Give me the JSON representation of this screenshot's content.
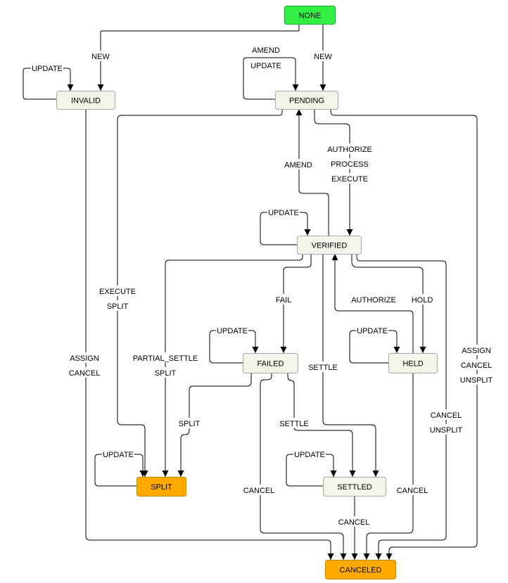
{
  "colors": {
    "start_fill": "#33ee44",
    "start_stroke": "#22aa33",
    "state_fill": "#f5f2ea",
    "state_stroke": "#a8a8a8",
    "final_fill": "#ffaa00",
    "final_stroke": "#c98600",
    "edge": "#000000"
  },
  "nodes": [
    {
      "id": "NONE",
      "label": "NONE",
      "kind": "start"
    },
    {
      "id": "INVALID",
      "label": "INVALID",
      "kind": "state"
    },
    {
      "id": "PENDING",
      "label": "PENDING",
      "kind": "state"
    },
    {
      "id": "VERIFIED",
      "label": "VERIFIED",
      "kind": "state"
    },
    {
      "id": "FAILED",
      "label": "FAILED",
      "kind": "state"
    },
    {
      "id": "HELD",
      "label": "HELD",
      "kind": "state"
    },
    {
      "id": "SPLIT",
      "label": "SPLIT",
      "kind": "final"
    },
    {
      "id": "SETTLED",
      "label": "SETTLED",
      "kind": "state"
    },
    {
      "id": "CANCELED",
      "label": "CANCELED",
      "kind": "final"
    }
  ],
  "edges": [
    {
      "id": "none-invalid",
      "from": "NONE",
      "to": "INVALID",
      "labels": [
        "NEW"
      ]
    },
    {
      "id": "none-pending",
      "from": "NONE",
      "to": "PENDING",
      "labels": [
        "NEW"
      ]
    },
    {
      "id": "invalid-self",
      "from": "INVALID",
      "to": "INVALID",
      "labels": [
        "UPDATE"
      ]
    },
    {
      "id": "pending-self",
      "from": "PENDING",
      "to": "PENDING",
      "labels": [
        "AMEND",
        "UPDATE"
      ]
    },
    {
      "id": "pending-verified",
      "from": "PENDING",
      "to": "VERIFIED",
      "labels": [
        "AUTHORIZE",
        "PROCESS",
        "EXECUTE"
      ]
    },
    {
      "id": "verified-pending",
      "from": "VERIFIED",
      "to": "PENDING",
      "labels": [
        "AMEND"
      ]
    },
    {
      "id": "verified-self",
      "from": "VERIFIED",
      "to": "VERIFIED",
      "labels": [
        "UPDATE"
      ]
    },
    {
      "id": "pending-split",
      "from": "PENDING",
      "to": "SPLIT",
      "labels": [
        "EXECUTE",
        "SPLIT"
      ]
    },
    {
      "id": "invalid-canceled",
      "from": "INVALID",
      "to": "CANCELED",
      "labels": [
        "ASSIGN",
        "CANCEL"
      ]
    },
    {
      "id": "pending-canceled",
      "from": "PENDING",
      "to": "CANCELED",
      "labels": [
        "ASSIGN",
        "CANCEL",
        "UNSPLIT"
      ]
    },
    {
      "id": "verified-split",
      "from": "VERIFIED",
      "to": "SPLIT",
      "labels": [
        "PARTIAL_SETTLE",
        "SPLIT"
      ]
    },
    {
      "id": "verified-failed",
      "from": "VERIFIED",
      "to": "FAILED",
      "labels": [
        "FAIL"
      ]
    },
    {
      "id": "verified-settled",
      "from": "VERIFIED",
      "to": "SETTLED",
      "labels": [
        "SETTLE"
      ]
    },
    {
      "id": "held-verified",
      "from": "HELD",
      "to": "VERIFIED",
      "labels": [
        "AUTHORIZE"
      ]
    },
    {
      "id": "verified-held",
      "from": "VERIFIED",
      "to": "HELD",
      "labels": [
        "HOLD"
      ]
    },
    {
      "id": "verified-canceled",
      "from": "VERIFIED",
      "to": "CANCELED",
      "labels": [
        "CANCEL",
        "UNSPLIT"
      ]
    },
    {
      "id": "failed-self",
      "from": "FAILED",
      "to": "FAILED",
      "labels": [
        "UPDATE"
      ]
    },
    {
      "id": "held-self",
      "from": "HELD",
      "to": "HELD",
      "labels": [
        "UPDATE"
      ]
    },
    {
      "id": "failed-split",
      "from": "FAILED",
      "to": "SPLIT",
      "labels": [
        "SPLIT"
      ]
    },
    {
      "id": "failed-settled",
      "from": "FAILED",
      "to": "SETTLED",
      "labels": [
        "SETTLE"
      ]
    },
    {
      "id": "failed-canceled",
      "from": "FAILED",
      "to": "CANCELED",
      "labels": [
        "CANCEL"
      ]
    },
    {
      "id": "held-canceled",
      "from": "HELD",
      "to": "CANCELED",
      "labels": [
        "CANCEL"
      ]
    },
    {
      "id": "split-self",
      "from": "SPLIT",
      "to": "SPLIT",
      "labels": [
        "UPDATE"
      ]
    },
    {
      "id": "settled-self",
      "from": "SETTLED",
      "to": "SETTLED",
      "labels": [
        "UPDATE"
      ]
    },
    {
      "id": "settled-canceled",
      "from": "SETTLED",
      "to": "CANCELED",
      "labels": [
        "CANCEL"
      ]
    }
  ]
}
